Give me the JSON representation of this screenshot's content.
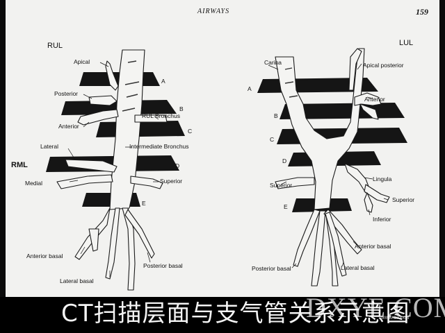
{
  "header": {
    "section": "AIRWAYS",
    "page_number": "159"
  },
  "right_lung": {
    "heading": "RUL",
    "middle_label": "RML",
    "labels": {
      "apical": "Apical",
      "posterior": "Posterior",
      "anterior": "Anterior",
      "rul_bronchus": "RUL Bronchus",
      "lateral": "Lateral",
      "intermediate_bronchus": "Intermediate Bronchus",
      "medial": "Medial",
      "superior": "Superior",
      "anterior_basal": "Anterior basal",
      "lateral_basal": "Lateral basal",
      "posterior_basal": "Posterior basal"
    },
    "levels": [
      "A",
      "B",
      "C",
      "D",
      "E"
    ]
  },
  "left_lung": {
    "heading": "LUL",
    "labels": {
      "carina": "Carina",
      "apical_posterior": "Apical posterior",
      "anterior": "Anterior",
      "lingula": "Lingula",
      "superior_left": "Superior",
      "superior_right": "Superior",
      "inferior": "Inferior",
      "anterior_basal": "Anterior basal",
      "posterior_basal": "Posterior basal",
      "lateral_basal": "Lateral basal"
    },
    "levels": [
      "A",
      "B",
      "C",
      "D",
      "E"
    ]
  },
  "caption": "CT扫描层面与支气管关系示意图",
  "watermark": {
    "main": "DXYE.COM",
    "url": "WWW.DXY.CN"
  },
  "colors": {
    "page": "#f2f2f0",
    "slab": "#151515",
    "airway_fill": "#f4f4f2",
    "caption_bg": "#000000"
  }
}
